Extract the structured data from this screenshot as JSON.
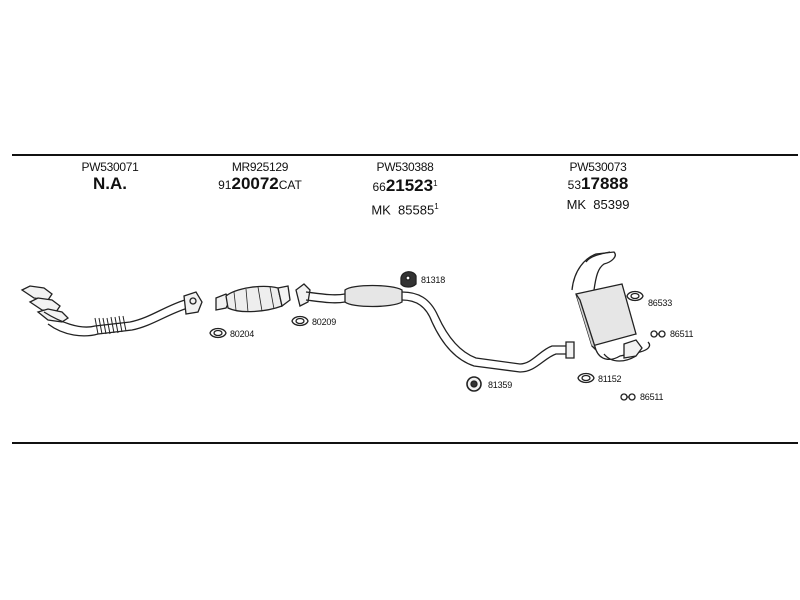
{
  "columns": [
    {
      "pw": "PW530071",
      "line1": "N.A."
    },
    {
      "pw": "MR925129",
      "line1_prefix": "91",
      "line1_emph": "20072",
      "line1_suffix": "CAT"
    },
    {
      "pw": "PW530388",
      "line1_prefix": "66",
      "line1_emph": "21523",
      "line1_sup": "1",
      "line2": "MK  85585",
      "line2_sup": "1"
    },
    {
      "pw": "PW530073",
      "line1_prefix": "53",
      "line1_emph": "17888",
      "line2": "MK  85399"
    }
  ],
  "parts": [
    {
      "id": "80204",
      "icon": "gasket-icon"
    },
    {
      "id": "80209",
      "icon": "gasket-icon"
    },
    {
      "id": "81318",
      "icon": "hanger-icon"
    },
    {
      "id": "81359",
      "icon": "rubber-mount-icon"
    },
    {
      "id": "86533",
      "icon": "gasket-icon"
    },
    {
      "id": "86511",
      "icon": "clamp-icon"
    },
    {
      "id": "81152",
      "icon": "gasket-icon"
    },
    {
      "id": "86511",
      "icon": "clamp-icon"
    }
  ]
}
